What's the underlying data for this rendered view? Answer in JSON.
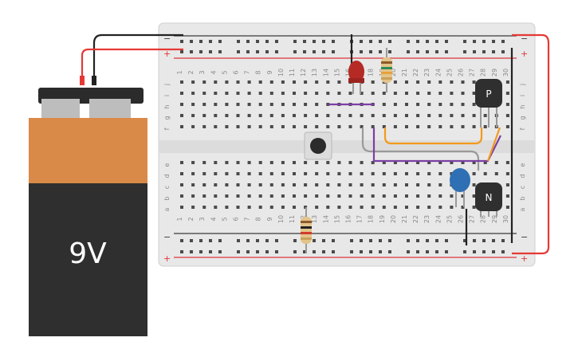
{
  "battery": {
    "label": "9V",
    "terminal_positive_color": "#e53935",
    "terminal_negative_color": "#222222",
    "top_color": "#d98a48",
    "body_color": "#2f2f2f"
  },
  "breadboard": {
    "rail_sign_minus": "−",
    "rail_sign_plus": "+",
    "row_letters_top": [
      "j",
      "i",
      "h",
      "g",
      "f"
    ],
    "row_letters_bottom": [
      "e",
      "d",
      "c",
      "b",
      "a"
    ],
    "column_numbers": [
      "1",
      "2",
      "3",
      "4",
      "5",
      "6",
      "7",
      "8",
      "9",
      "10",
      "11",
      "12",
      "13",
      "14",
      "15",
      "16",
      "17",
      "18",
      "19",
      "20",
      "21",
      "22",
      "23",
      "24",
      "25",
      "26",
      "27",
      "28",
      "29",
      "30"
    ],
    "rail_minus_color": "#3a3a3a",
    "rail_plus_color": "#e0353a"
  },
  "components": {
    "led": {
      "icon": "led-red-icon",
      "color": "#b52a24"
    },
    "resistor_top": {
      "icon": "resistor-icon",
      "bands": [
        "#8d5a2b",
        "#2e8b57",
        "#e6a23c",
        "#c9a15a"
      ]
    },
    "resistor_bottom": {
      "icon": "resistor-icon",
      "bands": [
        "#8d5a2b",
        "#222222",
        "#d33b2c",
        "#c9a15a"
      ]
    },
    "pushbutton": {
      "icon": "pushbutton-icon"
    },
    "capacitor": {
      "icon": "ceramic-capacitor-icon",
      "color": "#2f6fb3"
    },
    "transistor_pnp": {
      "label": "P"
    },
    "transistor_npn": {
      "label": "N"
    }
  },
  "wires": {
    "purple": "#7b3fa3",
    "orange": "#f29a1d",
    "gray": "#9a9a9a",
    "black": "#222222",
    "red": "#e53935"
  }
}
